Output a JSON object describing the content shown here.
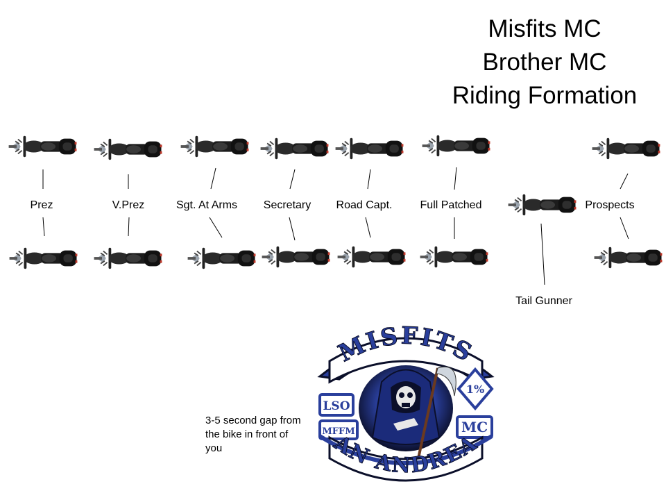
{
  "title": {
    "line1": "Misfits MC",
    "line2": "Brother MC",
    "line3": "Riding Formation"
  },
  "positions": [
    {
      "id": "prez",
      "label": "Prez"
    },
    {
      "id": "vprez",
      "label": "V.Prez"
    },
    {
      "id": "sgt-at-arms",
      "label": "Sgt. At Arms"
    },
    {
      "id": "secretary",
      "label": "Secretary"
    },
    {
      "id": "road-capt",
      "label": "Road Capt."
    },
    {
      "id": "full-patched",
      "label": "Full Patched"
    },
    {
      "id": "tail-gunner",
      "label": "Tail Gunner"
    },
    {
      "id": "prospects",
      "label": "Prospects"
    }
  ],
  "note": "3-5 second gap from the bike in front of you",
  "patch": {
    "top_rocker": "MISFITS",
    "bottom_rocker": "SAN ANDREAS",
    "left_top": "LSO",
    "left_bottom": "MFFM",
    "right_top": "1%",
    "right_bottom": "MC"
  },
  "colors": {
    "patch_blue": "#2a3f9c",
    "patch_dark": "#0b0f2a",
    "bike_dark": "#1c1c1c"
  }
}
